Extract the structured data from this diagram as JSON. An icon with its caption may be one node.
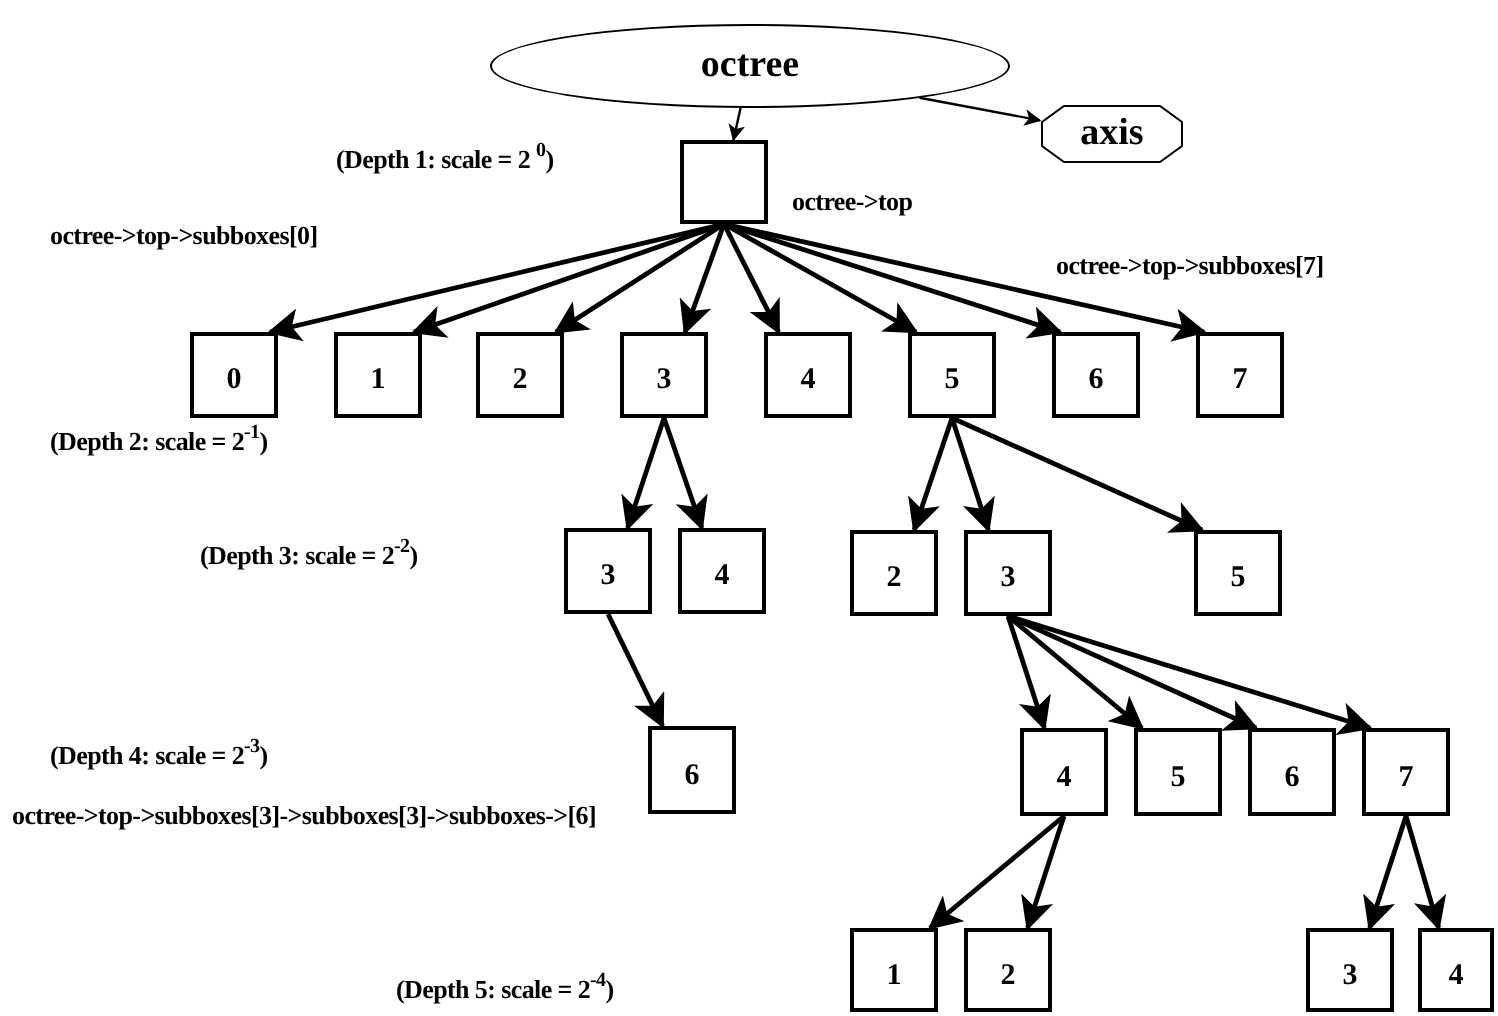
{
  "diagram": {
    "nodes": [
      {
        "text": [
          "octree"
        ]
      },
      {
        "text": [
          "axis"
        ]
      },
      {
        "text": [],
        "shape": "box",
        "beside": [
          "octree->top"
        ]
      },
      {
        "text": [
          "0"
        ]
      },
      {
        "text": [
          "1"
        ]
      },
      {
        "text": [
          "2"
        ]
      },
      {
        "text": [
          "3"
        ]
      },
      {
        "text": [
          "4"
        ]
      },
      {
        "text": [
          "5"
        ]
      },
      {
        "text": [
          "6"
        ]
      },
      {
        "text": [
          "7"
        ]
      },
      {
        "text": [
          "3"
        ]
      },
      {
        "text": [
          "4"
        ]
      },
      {
        "text": [
          "2"
        ]
      },
      {
        "text": [
          "3"
        ]
      },
      {
        "text": [
          "5"
        ]
      },
      {
        "text": [
          "6"
        ]
      },
      {
        "text": [
          "4"
        ]
      },
      {
        "text": [
          "5"
        ]
      },
      {
        "text": [
          "6"
        ]
      },
      {
        "text": [
          "7"
        ]
      },
      {
        "text": [
          "1"
        ]
      },
      {
        "text": [
          "2"
        ]
      },
      {
        "text": [
          "3"
        ]
      },
      {
        "text": [
          "4"
        ]
      }
    ],
    "edges": [
      {
        "from": 0,
        "to": 2,
        "arrow": "to"
      },
      {
        "from": 0,
        "to": 1,
        "arrow": "to"
      },
      {
        "from": 2,
        "to": 3,
        "arrow": "to"
      },
      {
        "from": 2,
        "to": 4,
        "arrow": "to"
      },
      {
        "from": 2,
        "to": 5,
        "arrow": "to"
      },
      {
        "from": 2,
        "to": 6,
        "arrow": "to"
      },
      {
        "from": 2,
        "to": 7,
        "arrow": "to"
      },
      {
        "from": 2,
        "to": 8,
        "arrow": "to"
      },
      {
        "from": 2,
        "to": 9,
        "arrow": "to"
      },
      {
        "from": 2,
        "to": 10,
        "arrow": "to"
      },
      {
        "from": 6,
        "to": 11,
        "arrow": "to"
      },
      {
        "from": 6,
        "to": 12,
        "arrow": "to"
      },
      {
        "from": 8,
        "to": 13,
        "arrow": "to"
      },
      {
        "from": 8,
        "to": 14,
        "arrow": "to"
      },
      {
        "from": 8,
        "to": 15,
        "arrow": "to"
      },
      {
        "from": 11,
        "to": 16,
        "arrow": "to"
      },
      {
        "from": 14,
        "to": 17,
        "arrow": "to"
      },
      {
        "from": 14,
        "to": 18,
        "arrow": "to"
      },
      {
        "from": 14,
        "to": 19,
        "arrow": "to"
      },
      {
        "from": 14,
        "to": 20,
        "arrow": "to"
      },
      {
        "from": 17,
        "to": 21,
        "arrow": "to"
      },
      {
        "from": 17,
        "to": 22,
        "arrow": "to"
      },
      {
        "from": 20,
        "to": 23,
        "arrow": "to"
      },
      {
        "from": 20,
        "to": 24,
        "arrow": "to"
      }
    ],
    "labels": [
      "(Depth 1: scale = 2 $^{0}$)",
      "octree->top->subboxes[0]",
      "octree->top->subboxes[7]",
      "(Depth 2: scale = 2$^{-1}$)",
      "(Depth 3: scale = 2$^{-2}$)",
      "(Depth 4: scale = 2$^{-3}$)",
      "octree->top->subboxes[3]->subboxes[3]->subboxes->[6]",
      "(Depth 5: scale = 2$^{-4}$)"
    ]
  }
}
